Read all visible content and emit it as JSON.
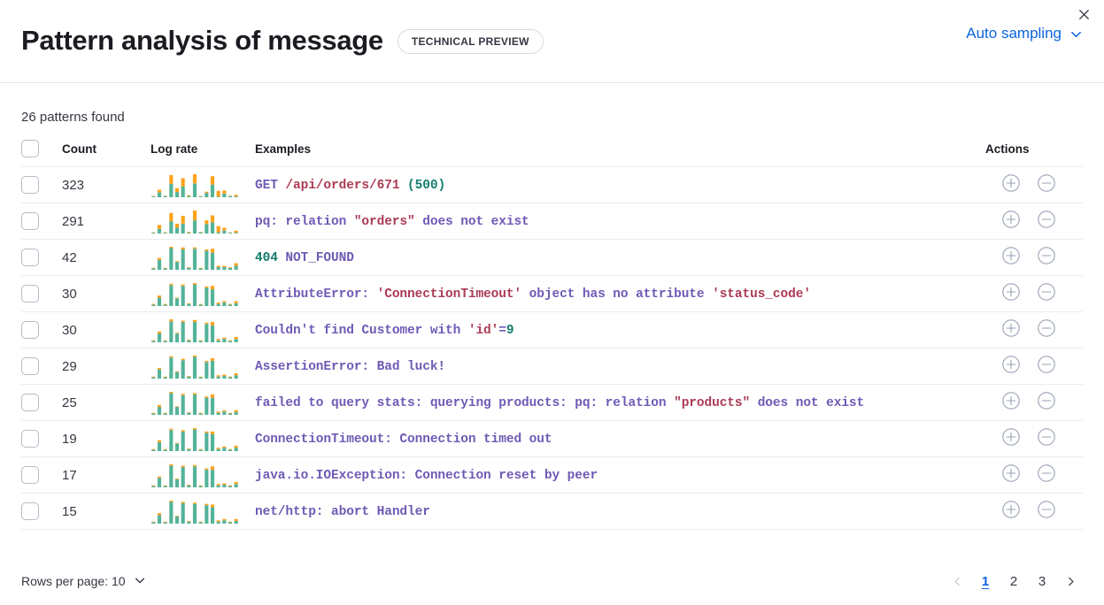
{
  "header": {
    "title": "Pattern analysis of message",
    "badge": "TECHNICAL PREVIEW",
    "sampling_label": "Auto sampling",
    "chevron_icon": "chevron-down-icon",
    "close_icon": "close-icon",
    "accent_color": "#0b64dd"
  },
  "summary": {
    "patterns_found": "26 patterns found"
  },
  "table": {
    "columns": {
      "select": "",
      "count": "Count",
      "log_rate": "Log rate",
      "examples": "Examples",
      "actions": "Actions"
    },
    "action_icons": {
      "add": "plus-in-circle-icon",
      "remove": "minus-in-circle-icon"
    },
    "rows": [
      {
        "count": "323",
        "example_plain": "GET /api/orders/671 (500)",
        "tokens": [
          {
            "t": "GET ",
            "c": "p"
          },
          {
            "t": "/api/orders/671 ",
            "c": "r"
          },
          {
            "t": "(",
            "c": "g"
          },
          {
            "t": "500",
            "c": "g"
          },
          {
            "t": ")",
            "c": "g"
          }
        ],
        "sparkline": {
          "teal": [
            2,
            12,
            3,
            34,
            13,
            27,
            3,
            35,
            2,
            11,
            32,
            2,
            9,
            3,
            2
          ],
          "orange": [
            1,
            7,
            1,
            22,
            10,
            21,
            2,
            23,
            1,
            3,
            21,
            14,
            8,
            1,
            4
          ]
        }
      },
      {
        "count": "291",
        "example_plain": "pq: relation \"orders\" does not exist",
        "tokens": [
          {
            "t": "pq: relation ",
            "c": "p"
          },
          {
            "t": "\"orders\"",
            "c": "r"
          },
          {
            "t": " does not exist",
            "c": "p"
          }
        ],
        "sparkline": {
          "teal": [
            2,
            11,
            2,
            30,
            14,
            24,
            2,
            32,
            3,
            23,
            27,
            3,
            7,
            2,
            2
          ],
          "orange": [
            1,
            10,
            1,
            20,
            10,
            19,
            2,
            24,
            1,
            9,
            17,
            15,
            7,
            1,
            5
          ]
        }
      },
      {
        "count": "42",
        "example_plain": "404 NOT_FOUND",
        "tokens": [
          {
            "t": "404 ",
            "c": "g"
          },
          {
            "t": "NOT_FOUND",
            "c": "p"
          }
        ],
        "sparkline": {
          "teal": [
            2,
            15,
            2,
            33,
            12,
            31,
            3,
            32,
            2,
            29,
            26,
            4,
            4,
            3,
            6
          ],
          "orange": [
            1,
            3,
            1,
            2,
            1,
            3,
            1,
            2,
            1,
            2,
            6,
            2,
            2,
            1,
            4
          ]
        }
      },
      {
        "count": "30",
        "example_plain": "AttributeError: 'ConnectionTimeout' object has no attribute 'status_code'",
        "tokens": [
          {
            "t": "AttributeError: ",
            "c": "p"
          },
          {
            "t": "'ConnectionTimeout'",
            "c": "r"
          },
          {
            "t": " object has no attribute ",
            "c": "p"
          },
          {
            "t": "'status_code'",
            "c": "r"
          }
        ],
        "sparkline": {
          "teal": [
            2,
            12,
            2,
            30,
            11,
            29,
            3,
            31,
            2,
            26,
            24,
            3,
            5,
            2,
            4
          ],
          "orange": [
            1,
            3,
            1,
            2,
            1,
            2,
            1,
            2,
            1,
            2,
            5,
            2,
            2,
            1,
            3
          ]
        }
      },
      {
        "count": "30",
        "example_plain": "Couldn't find Customer with 'id'=9",
        "tokens": [
          {
            "t": "Couldn't find Customer with ",
            "c": "p"
          },
          {
            "t": "'id'",
            "c": "r"
          },
          {
            "t": "=",
            "c": "p"
          },
          {
            "t": "9",
            "c": "g"
          }
        ],
        "sparkline": {
          "teal": [
            2,
            13,
            2,
            31,
            13,
            30,
            3,
            30,
            2,
            27,
            25,
            3,
            5,
            2,
            5
          ],
          "orange": [
            1,
            3,
            1,
            3,
            1,
            2,
            1,
            3,
            1,
            2,
            5,
            2,
            2,
            1,
            3
          ]
        }
      },
      {
        "count": "29",
        "example_plain": "AssertionError: Bad luck!",
        "tokens": [
          {
            "t": "AssertionError: Bad luck!",
            "c": "p"
          }
        ],
        "sparkline": {
          "teal": [
            2,
            14,
            2,
            32,
            10,
            28,
            3,
            33,
            2,
            25,
            27,
            3,
            4,
            2,
            5
          ],
          "orange": [
            1,
            2,
            1,
            2,
            1,
            2,
            1,
            2,
            1,
            2,
            4,
            2,
            2,
            1,
            3
          ]
        }
      },
      {
        "count": "25",
        "example_plain": "failed to query stats: querying products: pq: relation \"products\" does not exist",
        "tokens": [
          {
            "t": "failed to query stats: querying products: pq: relation ",
            "c": "p"
          },
          {
            "t": "\"products\"",
            "c": "r"
          },
          {
            "t": " does not exist",
            "c": "p"
          }
        ],
        "sparkline": {
          "teal": [
            2,
            12,
            2,
            33,
            12,
            30,
            3,
            31,
            2,
            26,
            26,
            3,
            5,
            2,
            4
          ],
          "orange": [
            1,
            3,
            1,
            2,
            1,
            2,
            1,
            2,
            1,
            2,
            5,
            2,
            2,
            1,
            3
          ]
        }
      },
      {
        "count": "19",
        "example_plain": "ConnectionTimeout: Connection timed out",
        "tokens": [
          {
            "t": "ConnectionTimeout: Connection timed out",
            "c": "p"
          }
        ],
        "sparkline": {
          "teal": [
            2,
            13,
            2,
            31,
            11,
            29,
            3,
            32,
            2,
            27,
            25,
            3,
            5,
            2,
            5
          ],
          "orange": [
            1,
            3,
            1,
            2,
            1,
            2,
            1,
            2,
            1,
            2,
            4,
            2,
            2,
            1,
            3
          ]
        }
      },
      {
        "count": "17",
        "example_plain": "java.io.IOException: Connection reset by peer",
        "tokens": [
          {
            "t": "java.io.IOException: Connection reset by peer",
            "c": "p"
          }
        ],
        "sparkline": {
          "teal": [
            2,
            14,
            2,
            32,
            12,
            30,
            3,
            31,
            2,
            26,
            26,
            3,
            4,
            2,
            5
          ],
          "orange": [
            1,
            2,
            1,
            2,
            1,
            2,
            1,
            2,
            1,
            2,
            5,
            2,
            2,
            1,
            3
          ]
        }
      },
      {
        "count": "15",
        "example_plain": "net/http: abort Handler",
        "tokens": [
          {
            "t": "net/http: abort Handler",
            "c": "p"
          }
        ],
        "sparkline": {
          "teal": [
            2,
            13,
            2,
            33,
            11,
            31,
            3,
            30,
            2,
            28,
            25,
            3,
            5,
            2,
            4
          ],
          "orange": [
            1,
            3,
            1,
            2,
            1,
            2,
            1,
            2,
            1,
            2,
            4,
            2,
            2,
            1,
            3
          ]
        }
      }
    ]
  },
  "footer": {
    "rows_per_page_label": "Rows per page: 10",
    "rows_per_page_icon": "chevron-down-icon",
    "prev_icon": "chevron-left-icon",
    "next_icon": "chevron-right-icon",
    "pages": [
      "1",
      "2",
      "3"
    ],
    "active_page": "1"
  },
  "colors": {
    "spark_teal": "#54b399",
    "spark_orange": "#ffa21a",
    "token_purple": "#6f5ab5",
    "token_red": "#ab3b54",
    "token_green": "#147d6e"
  }
}
